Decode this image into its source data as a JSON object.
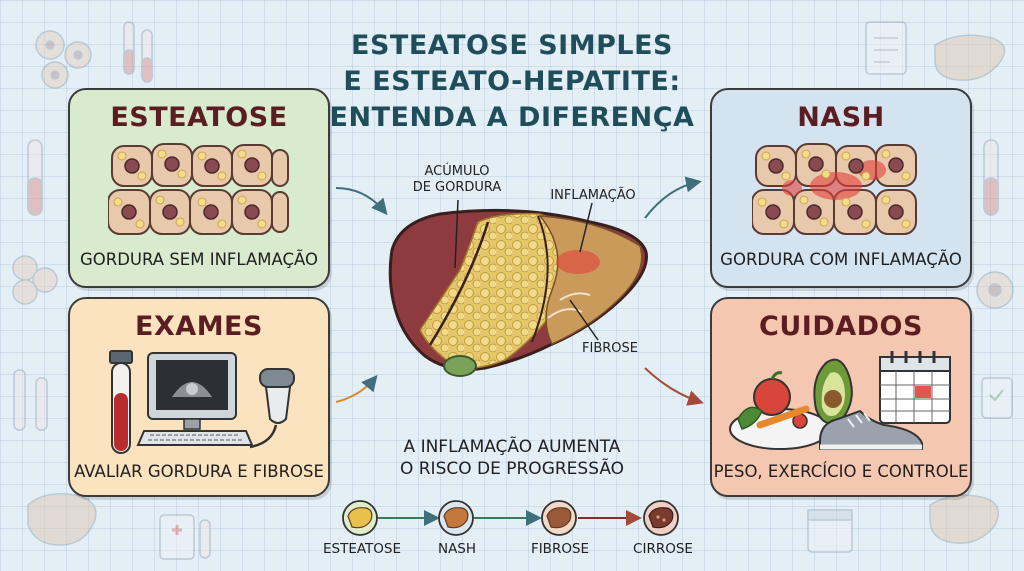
{
  "title": {
    "line1": "ESTEATOSE SIMPLES",
    "line2": "E ESTEATO-HEPATITE:",
    "line3": "ENTENDA A DIFERENÇA"
  },
  "cards": {
    "esteatose": {
      "heading": "ESTEATOSE",
      "caption": "GORDURA SEM INFLAMAÇÃO",
      "color": "#d8ebcf"
    },
    "exames": {
      "heading": "EXAMES",
      "caption": "AVALIAR GORDURA E FIBROSE",
      "color": "#fbe3bf"
    },
    "nash": {
      "heading": "NASH",
      "caption": "GORDURA COM INFLAMAÇÃO",
      "color": "#d3e3f0"
    },
    "cuidados": {
      "heading": "CUIDADOS",
      "caption": "PESO, EXERCÍCIO E CONTROLE",
      "color": "#f5c6b0"
    }
  },
  "liver_labels": {
    "fat_line1": "ACÚMULO",
    "fat_line2": "DE GORDURA",
    "inflammation": "INFLAMAÇÃO",
    "fibrosis": "FIBROSE"
  },
  "progression": {
    "note_line1": "A INFLAMAÇÃO AUMENTA",
    "note_line2": "O RISCO DE PROGRESSÃO",
    "steps": [
      "ESTEATOSE",
      "NASH",
      "FIBROSE",
      "CIRROSE"
    ]
  },
  "icons": [
    "fat-cells-icon",
    "inflamed-cells-icon",
    "liver-icon",
    "blood-tube-icon",
    "ultrasound-monitor-icon",
    "ultrasound-probe-icon",
    "keyboard-icon",
    "food-plate-icon",
    "avocado-icon",
    "sneaker-icon",
    "calendar-icon"
  ]
}
